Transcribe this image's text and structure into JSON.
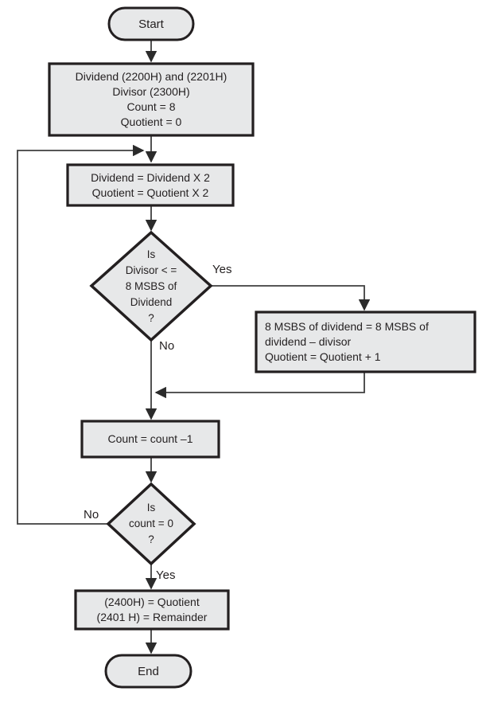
{
  "colors": {
    "node_fill": "#e7e8e9",
    "node_border": "#231f20",
    "connector_line": "#3f3f3f",
    "text": "#231f20",
    "background": "#ffffff"
  },
  "diagram_type": "flowchart",
  "nodes": {
    "start": {
      "type": "terminator",
      "label": "Start"
    },
    "init": {
      "type": "process",
      "lines": [
        "Dividend (2200H) and (2201H)",
        "Divisor (2300H)",
        "Count = 8",
        "Quotient = 0"
      ]
    },
    "shift": {
      "type": "process",
      "lines": [
        "Dividend = Dividend X 2",
        "Quotient = Quotient X 2"
      ]
    },
    "decision_divisor": {
      "type": "decision",
      "lines": [
        "Is",
        "Divisor < =",
        "8 MSBS of",
        "Dividend",
        "?"
      ]
    },
    "subtract": {
      "type": "process",
      "lines": [
        "8 MSBS of dividend = 8 MSBS of",
        "dividend – divisor",
        "Quotient = Quotient + 1"
      ]
    },
    "decrement": {
      "type": "process",
      "lines": [
        "Count = count –1"
      ]
    },
    "decision_count": {
      "type": "decision",
      "lines": [
        "Is",
        "count = 0",
        "?"
      ]
    },
    "store": {
      "type": "process",
      "lines": [
        "(2400H) = Quotient",
        "(2401 H) = Remainder"
      ]
    },
    "end": {
      "type": "terminator",
      "label": "End"
    }
  },
  "edge_labels": {
    "divisor_yes": "Yes",
    "divisor_no": "No",
    "count_no": "No",
    "count_yes": "Yes"
  }
}
